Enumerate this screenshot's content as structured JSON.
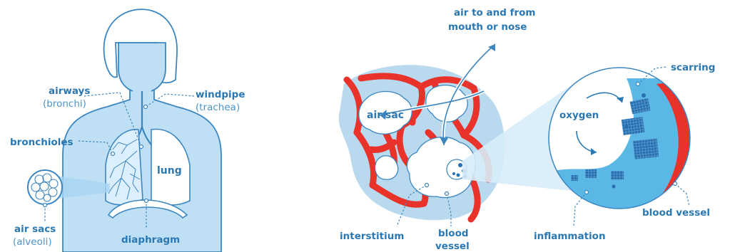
{
  "labels": {
    "airways": "airways",
    "bronchi": "(bronchi)",
    "windpipe": "windpipe",
    "trachea": "(trachea)",
    "bronchioles": "bronchioles",
    "lung": "lung",
    "air_sacs": "air sacs",
    "alveoli": "(alveoli)",
    "diaphragm": "diaphragm",
    "air_to_from_line1": "air to and from",
    "air_to_from_line2": "mouth or nose",
    "air_sac": "air sac",
    "interstitium": "interstitium",
    "blood_vessel_line1": "blood",
    "blood_vessel_line2": "vessel",
    "oxygen": "oxygen",
    "scarring": "scarring",
    "blood_vessel_right": "blood vessel",
    "inflammation": "inflammation"
  },
  "colors": {
    "body_fill": "#bfe0f4",
    "body_stroke": "#3b86c1",
    "vessel_red": "#e8322a",
    "interstitium_fill": "#b9d9ef",
    "alveolus_fill": "#ffffff",
    "scar_blue": "#2a6fb0",
    "zoom_circle_blue": "#5bb8e6"
  }
}
